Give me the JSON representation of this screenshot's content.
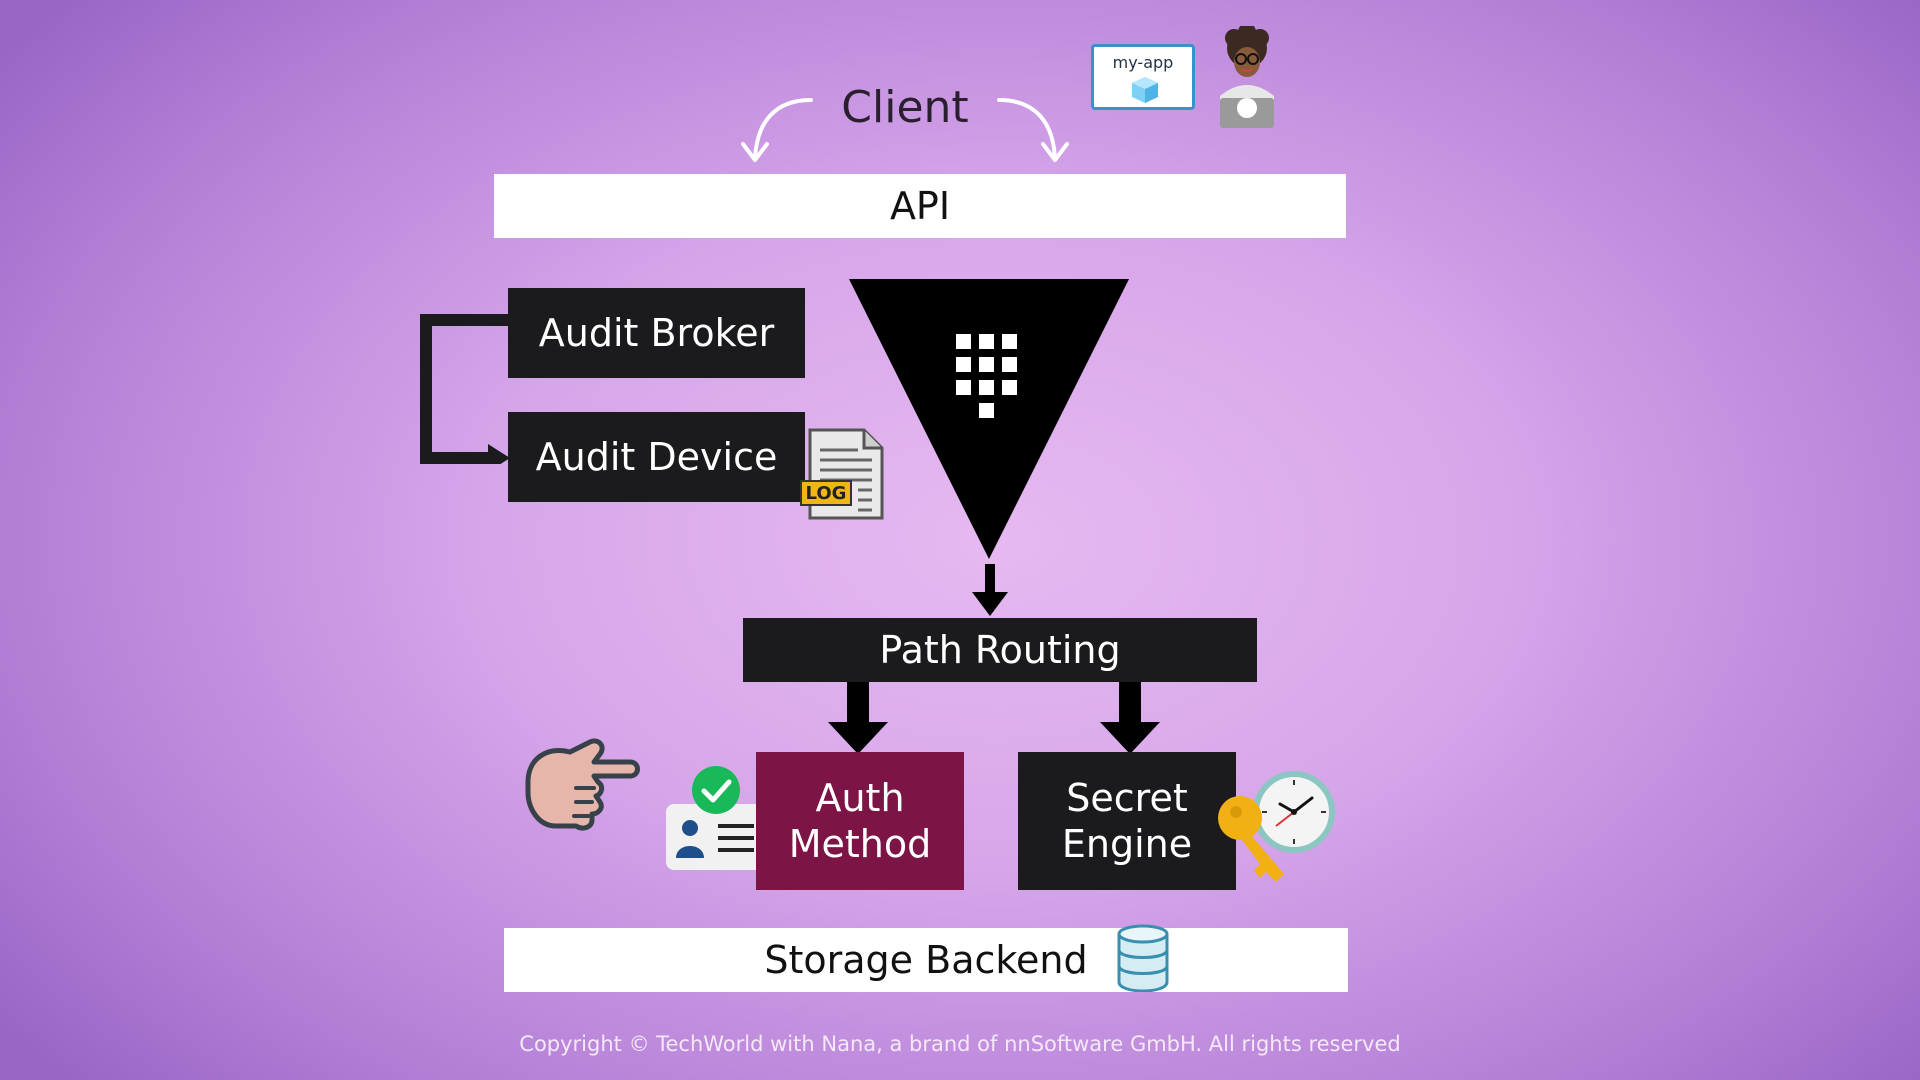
{
  "client": {
    "label": "Client"
  },
  "api": {
    "label": "API"
  },
  "audit": {
    "broker_label": "Audit Broker",
    "device_label": "Audit Device",
    "log_label": "LOG"
  },
  "routing": {
    "label": "Path Routing"
  },
  "auth_method": {
    "line1": "Auth",
    "line2": "Method"
  },
  "secret_engine": {
    "line1": "Secret",
    "line2": "Engine"
  },
  "storage": {
    "label": "Storage Backend"
  },
  "app_card": {
    "label": "my-app"
  },
  "footer": {
    "copyright": "Copyright © TechWorld with Nana, a brand of nnSoftware GmbH. All rights reserved"
  },
  "icons": [
    "arrow-left-curve-icon",
    "arrow-right-curve-icon",
    "developer-avatar-icon",
    "vault-logo-icon",
    "log-file-icon",
    "pointing-hand-icon",
    "id-card-check-icon",
    "key-icon",
    "clock-icon",
    "database-icon"
  ],
  "colors": {
    "background": "#d7a6ea",
    "dark_box": "#1b1b1d",
    "auth_box": "#7c1446",
    "white_box": "#ffffff"
  }
}
